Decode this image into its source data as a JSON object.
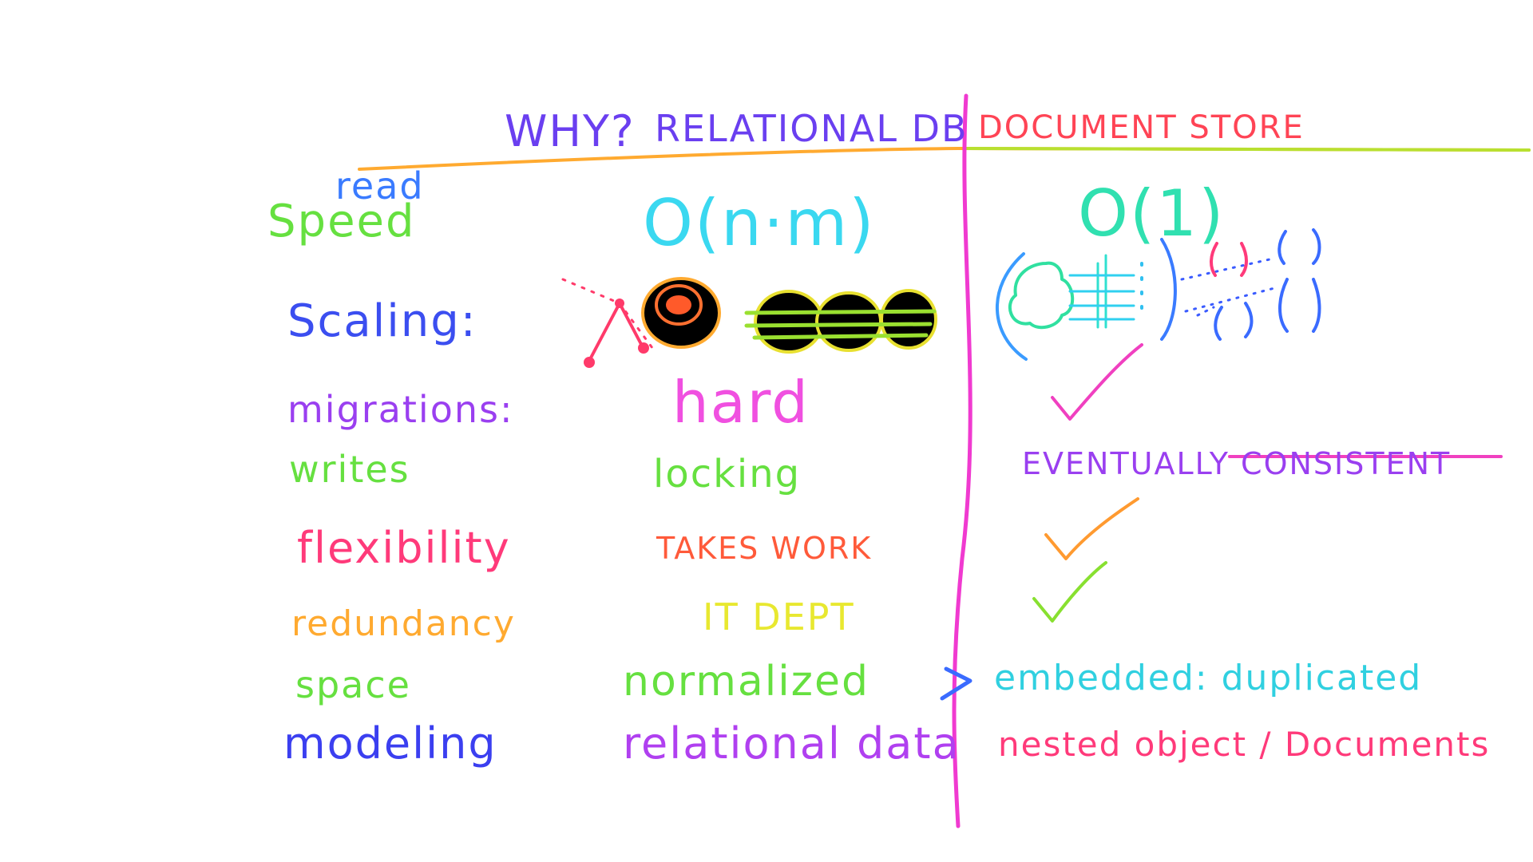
{
  "header": {
    "why": "WHY?",
    "relational": "RELATIONAL DB",
    "document": "DOCUMENT STORE"
  },
  "rows": [
    {
      "label": "Speed",
      "label_note": "read",
      "relational": "O(n·m)",
      "document": "O(1)"
    },
    {
      "label": "Scaling:",
      "relational": "",
      "document": ""
    },
    {
      "label": "migrations:",
      "relational": "hard",
      "document": "✓"
    },
    {
      "label": "writes",
      "relational": "locking",
      "document": "EVENTUALLY CONSISTENT"
    },
    {
      "label": "flexibility",
      "relational": "TAKES WORK",
      "document": "✓"
    },
    {
      "label": "redundancy",
      "relational": "IT DEPT",
      "document": "✓"
    },
    {
      "label": "space",
      "relational": "normalized",
      "comparator": ">",
      "document": "embedded: duplicated"
    },
    {
      "label": "modeling",
      "relational": "relational data",
      "document": "nested object / Documents"
    }
  ],
  "colors": {
    "header_why": "#6a3ff0",
    "header_rel": "#6a3ff0",
    "header_doc": "#ff4455",
    "speed": "#66e040",
    "read": "#3a7bff",
    "scaling": "#3b4ef0",
    "migrations": "#9a3ff0",
    "writes": "#66e040",
    "flexibility": "#ff3a7a",
    "redundancy": "#ffaa30",
    "space": "#66e040",
    "modeling": "#3b3ff0",
    "o_nm": "#3ad8f0",
    "o_1": "#30e0b0",
    "hard": "#f050e0",
    "locking": "#66e040",
    "takes_work": "#ff5a3a",
    "it_dept": "#e8e830",
    "normalized": "#66e040",
    "relational_data": "#b040f0",
    "eventually": "#9a3ff0",
    "consistent": "#e050f0",
    "embedded": "#30e0d0",
    "duplicated": "#3a7bff",
    "nested": "#ff3a7a",
    "documents": "#ff8a30",
    "divider": "#f03ad0",
    "rule": "#ffaa30"
  }
}
